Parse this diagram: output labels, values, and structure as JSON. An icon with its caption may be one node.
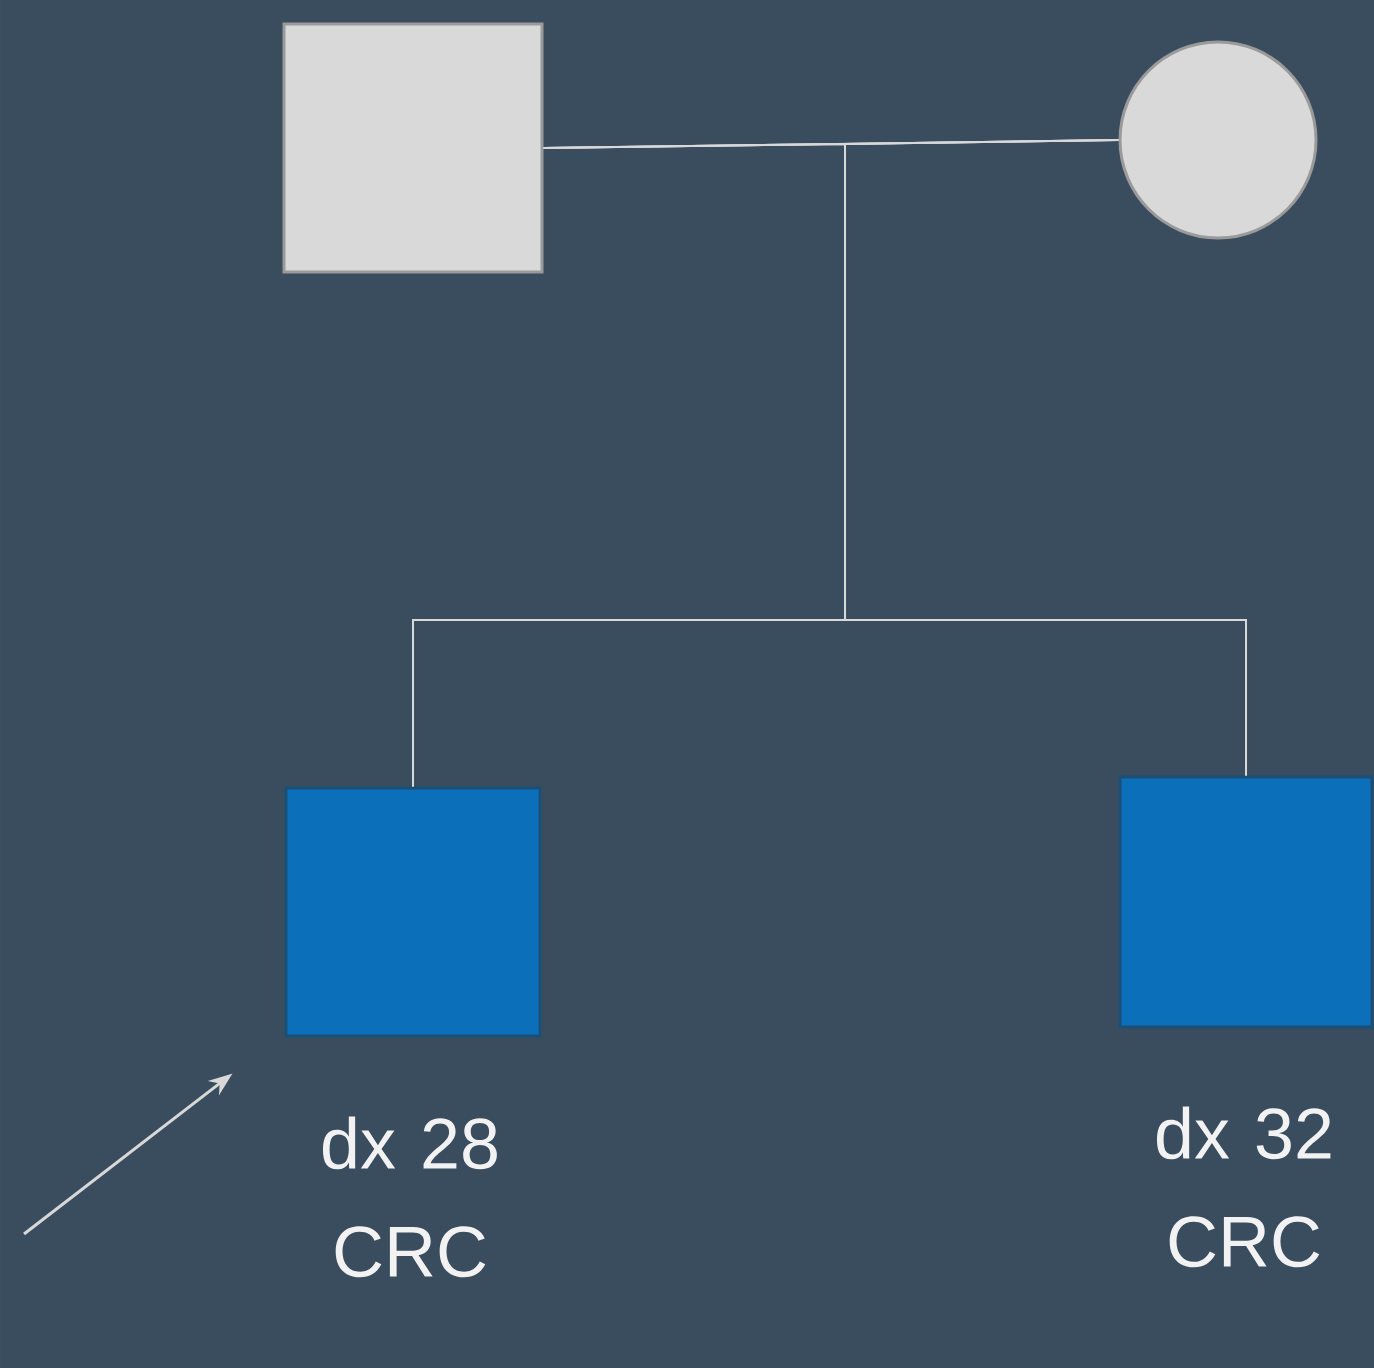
{
  "diagram": {
    "nodes": [
      {
        "text": [],
        "shape": "box"
      },
      {
        "text": [],
        "shape": "circle"
      },
      {
        "text": [],
        "shape": "box",
        "beside": [
          "dx 28 CRC"
        ]
      },
      {
        "text": [],
        "shape": "box",
        "beside": [
          "dx 32 CRC"
        ]
      }
    ],
    "edges": [
      {
        "from": 0,
        "to": 1,
        "arrow": "none"
      },
      {
        "from": 0,
        "to": 2,
        "arrow": "none"
      },
      {
        "from": 1,
        "to": 2,
        "arrow": "none"
      },
      {
        "from": 0,
        "to": 3,
        "arrow": "none"
      },
      {
        "from": 1,
        "to": 3,
        "arrow": "none"
      },
      {
        "from": null,
        "to": 2,
        "arrow": "to"
      }
    ]
  }
}
